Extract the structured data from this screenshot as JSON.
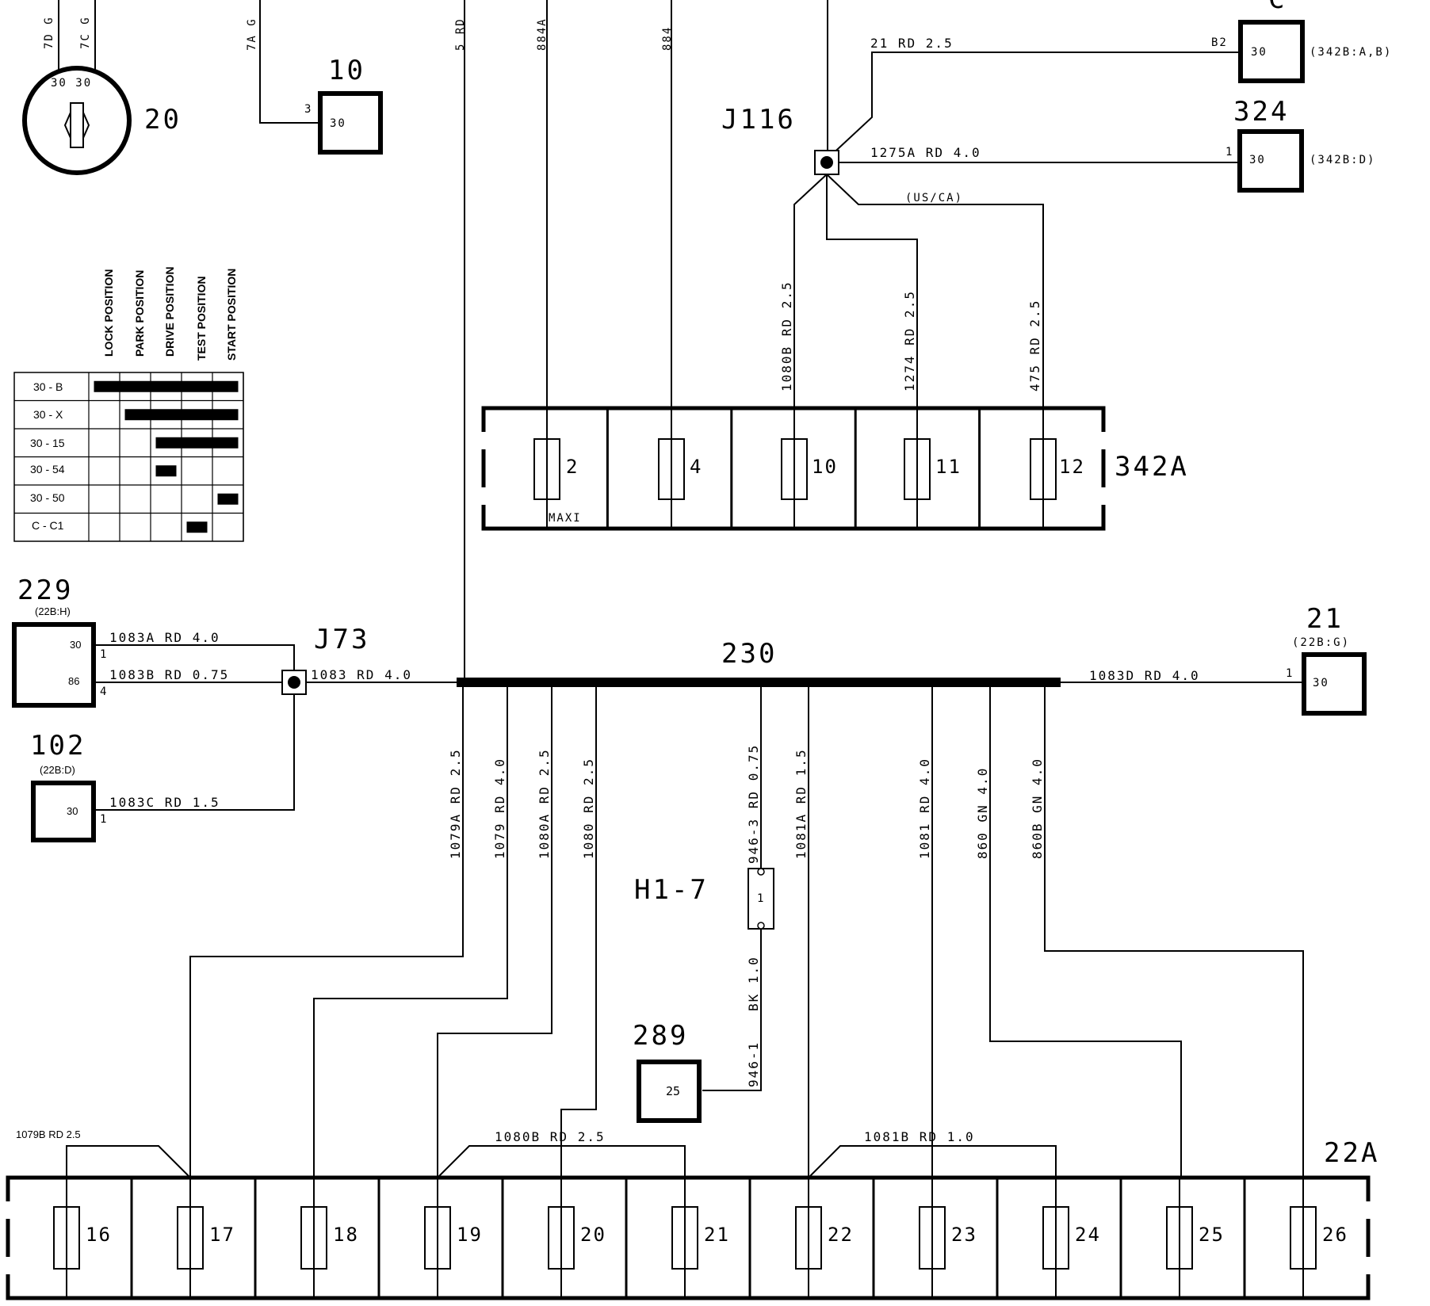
{
  "colors": {
    "ink": "#000000",
    "paper": "#ffffff"
  },
  "ignition_switch": {
    "ref": "20",
    "wires_top": [
      "7D G",
      "7C G"
    ],
    "pins": "30 30",
    "table": {
      "headers": [
        "LOCK POSITION",
        "PARK POSITION",
        "DRIVE POSITION",
        "TEST POSITION",
        "START POSITION"
      ],
      "rows": [
        {
          "label": "30 - B",
          "from": 0,
          "to": 4
        },
        {
          "label": "30 - X",
          "from": 1,
          "to": 4
        },
        {
          "label": "30 - 15",
          "from": 2,
          "to": 4
        },
        {
          "label": "30 - 54",
          "from": 2,
          "to": 2
        },
        {
          "label": "30 - 50",
          "from": 4,
          "to": 4
        },
        {
          "label": "C - C1",
          "from": 3,
          "to": 3
        }
      ]
    }
  },
  "component_10": {
    "ref": "10",
    "wire": "7A G",
    "pin": "3",
    "terminal": "30"
  },
  "top_wires": {
    "w5": "5 RD",
    "w884a": "884A",
    "w884": "884"
  },
  "component_c": {
    "ref": "C",
    "pin": "B2",
    "terminal": "30",
    "note": "(342B:A,B)",
    "wire": "21  RD  2.5"
  },
  "component_324": {
    "ref": "324",
    "pin": "1",
    "terminal": "30",
    "note": "(342B:D)"
  },
  "junction_j116": {
    "ref": "J116",
    "wire_out": "1275A  RD  4.0",
    "uscd": "(US/CA)",
    "branches": [
      "1080B  RD  2.5",
      "1274  RD  2.5",
      "475  RD  2.5"
    ]
  },
  "fusebox_342a": {
    "ref": "342A",
    "fuses": [
      "2",
      "4",
      "10",
      "11",
      "12"
    ],
    "maxi": "MAXI"
  },
  "comp_229": {
    "ref": "229",
    "note": "(22B:H)",
    "pin_a": "30",
    "pin_b": "86",
    "num_a": "1",
    "num_b": "4"
  },
  "comp_102": {
    "ref": "102",
    "note": "(22B:D)",
    "pin": "30",
    "num": "1"
  },
  "junction_j73": {
    "ref": "J73",
    "w_a": "1083A  RD  4.0",
    "w_b": "1083B  RD  0.75",
    "w_c": "1083C  RD  1.5",
    "w_main": "1083  RD  4.0"
  },
  "bus_230": {
    "ref": "230",
    "right_wire": "1083D  RD  4.0"
  },
  "comp_21": {
    "ref": "21",
    "note": "(22B:G)",
    "pin": "1",
    "terminal": "30"
  },
  "bus_drops": [
    "1079A  RD  2.5",
    "1079  RD  4.0",
    "1080A  RD  2.5",
    "1080  RD  2.5",
    "946-3  RD  0.75",
    "1081A  RD  1.5",
    "1081  RD  4.0",
    "860  GN  4.0",
    "860B  GN  4.0"
  ],
  "fuse_h17": {
    "ref": "H1-7",
    "pin": "1",
    "wire_below": "BK  1.0",
    "wire_below_id": "946-1"
  },
  "comp_289": {
    "ref": "289",
    "terminal": "25"
  },
  "fusebox_22a": {
    "ref": "22A",
    "fuses": [
      "16",
      "17",
      "18",
      "19",
      "20",
      "21",
      "22",
      "23",
      "24",
      "25",
      "26"
    ],
    "bridge_1": "1079B  RD  2.5",
    "bridge_2": "1080B  RD  2.5",
    "bridge_3": "1081B  RD  1.0"
  }
}
